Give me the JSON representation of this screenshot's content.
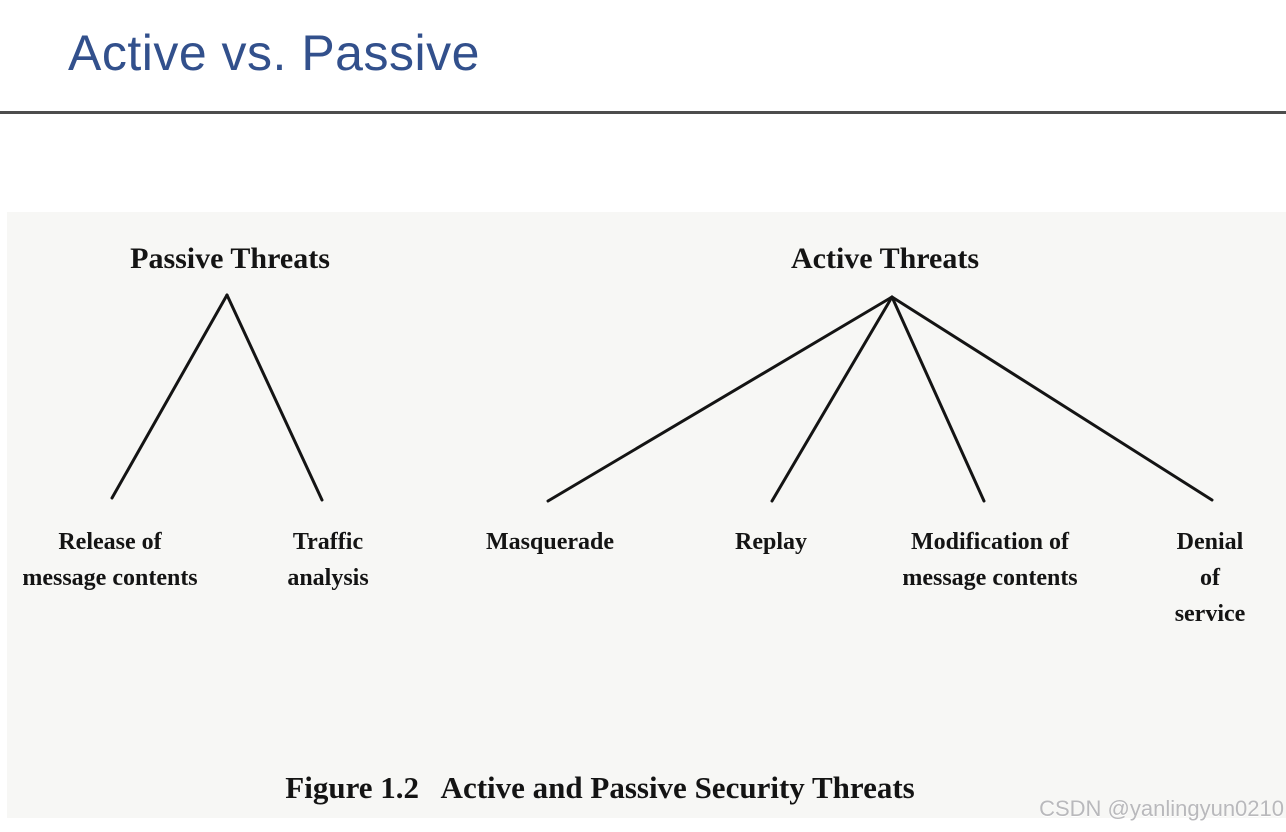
{
  "slide": {
    "title": "Active vs. Passive"
  },
  "figure": {
    "caption": "Figure 1.2   Active and Passive Security Threats",
    "trees": [
      {
        "root": "Passive Threats",
        "children": [
          "Release of\nmessage contents",
          "Traffic\nanalysis"
        ]
      },
      {
        "root": "Active Threats",
        "children": [
          "Masquerade",
          "Replay",
          "Modification of\nmessage contents",
          "Denial of\nservice"
        ]
      }
    ]
  },
  "watermark": "CSDN @yanlingyun0210",
  "colors": {
    "title_color": "#32508C",
    "rule_color": "#4D4D4D",
    "panel_bg": "#F7F7F5",
    "line_color": "#141414",
    "label_color": "#141414",
    "watermark_color": "#B9B9BC"
  }
}
